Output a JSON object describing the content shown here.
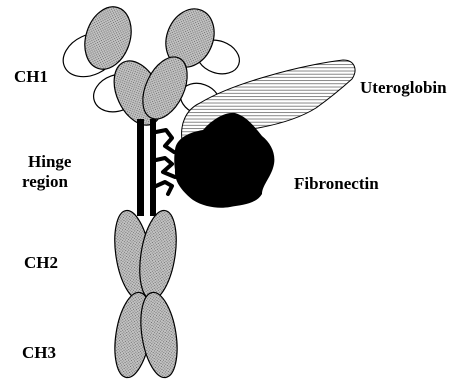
{
  "labels": {
    "ch1": "CH1",
    "hinge_line1": "Hinge",
    "hinge_line2": "region",
    "ch2": "CH2",
    "ch3": "CH3",
    "uteroglobin": "Uteroglobin",
    "fibronectin": "Fibronectin"
  },
  "colors": {
    "ink": "#000000",
    "domain_fill": "#b3b3b3",
    "background": "#ffffff"
  }
}
